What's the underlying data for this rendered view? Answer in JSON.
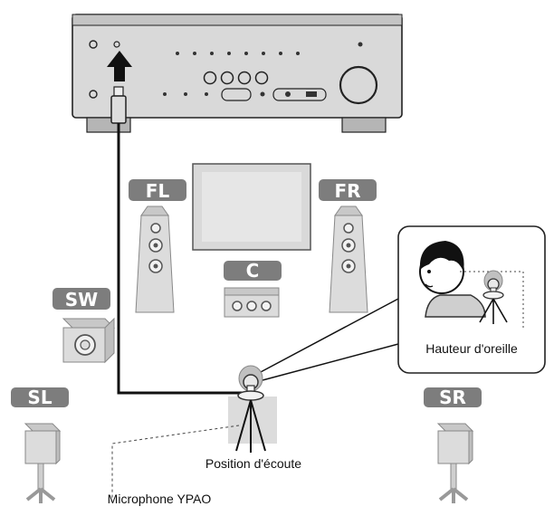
{
  "labels": {
    "fl": "FL",
    "fr": "FR",
    "c": "C",
    "sw": "SW",
    "sl": "SL",
    "sr": "SR",
    "ear_height": "Hauteur d'oreille",
    "listening_position": "Position d'écoute",
    "microphone": "Microphone YPAO"
  },
  "icons": {
    "receiver": "av-receiver-icon",
    "tv": "tv-icon",
    "speaker": "floor-speaker-icon",
    "subwoofer": "subwoofer-icon",
    "surround": "surround-speaker-icon",
    "microphone": "microphone-on-tripod-icon",
    "person": "person-head-icon",
    "arrow": "insert-arrow-icon"
  },
  "colors": {
    "label_bg": "#7d7d7d",
    "label_text": "#ffffff",
    "speaker_fill": "#dcdcdc",
    "line": "#111111"
  }
}
